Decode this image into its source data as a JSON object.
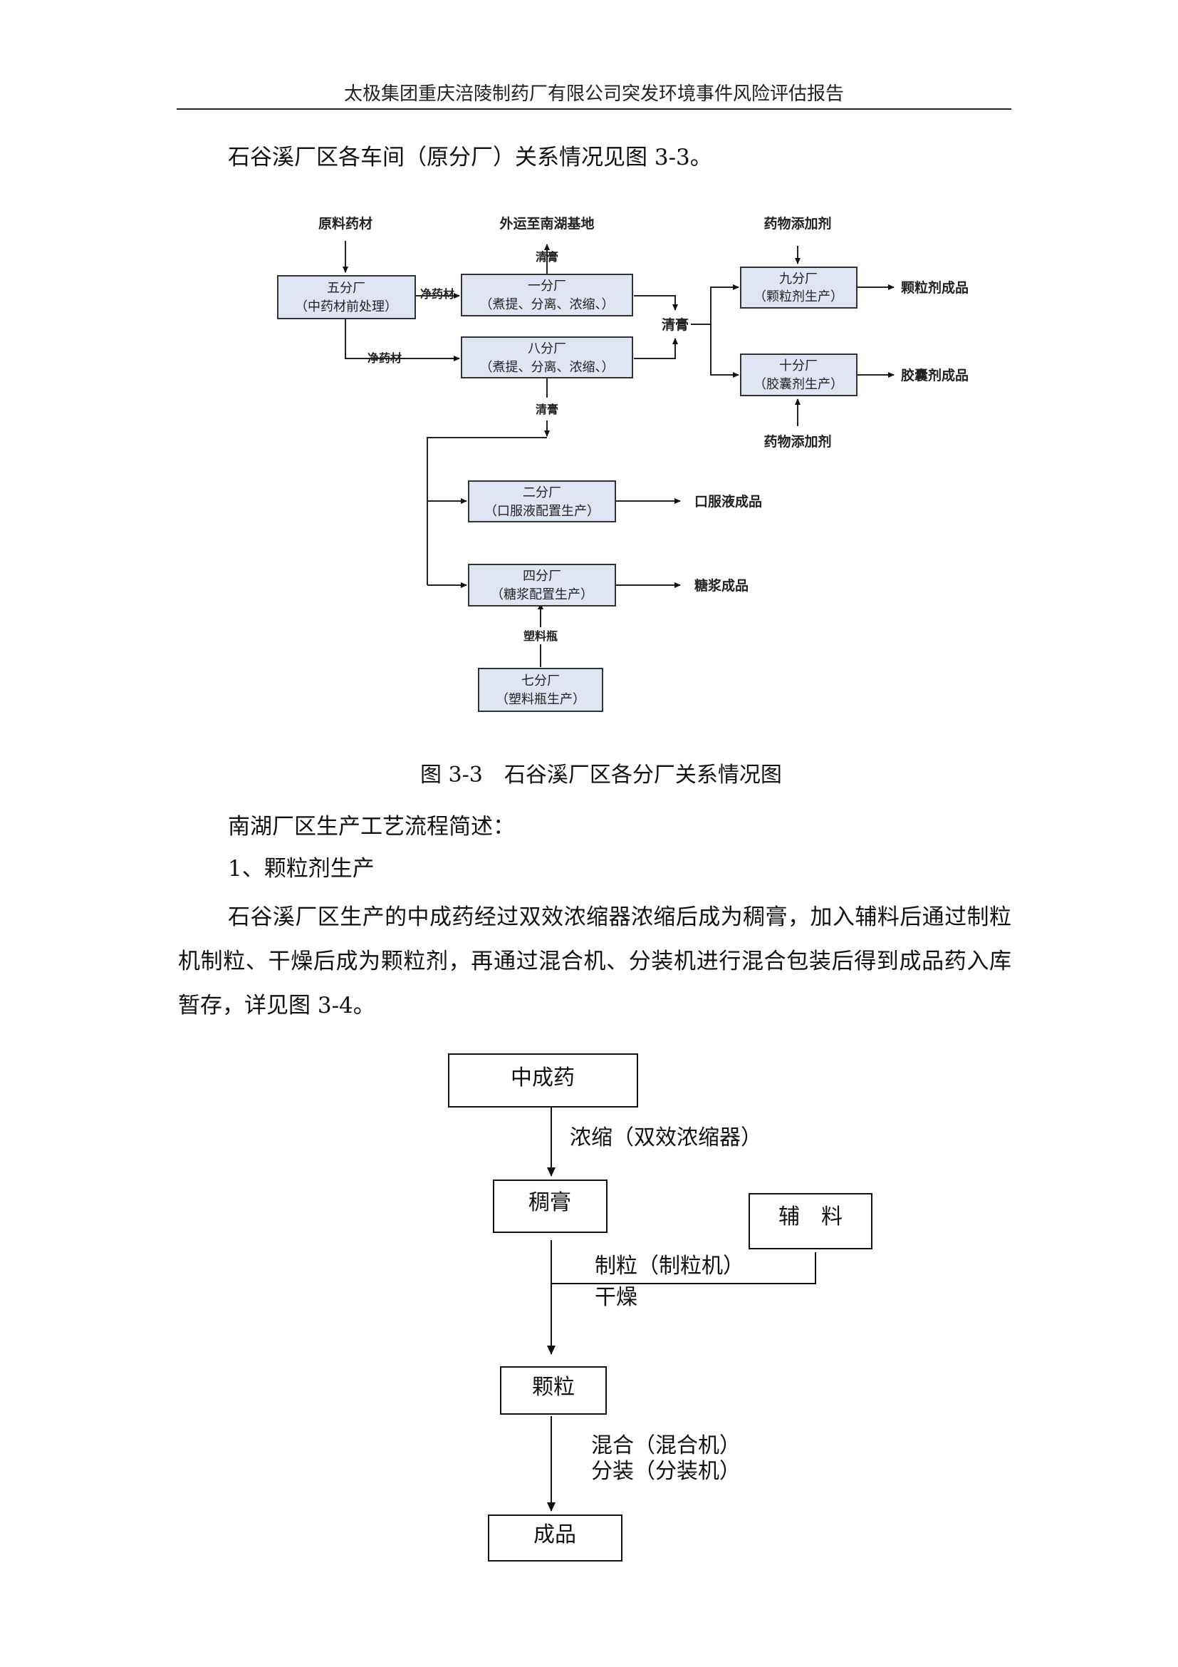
{
  "header": {
    "title": "太极集团重庆涪陵制药厂有限公司突发环境事件风险评估报告"
  },
  "intro_line": "石谷溪厂区各车间（原分厂）关系情况见图 3-3。",
  "figure1": {
    "caption": "图 3-3　石谷溪厂区各分厂关系情况图",
    "raw_material": "原料药材",
    "outbound": "外运至南湖基地",
    "qinggao": "清膏",
    "jingyaocai": "净药材",
    "additive": "药物添加剂",
    "granule_product": "颗粒剂成品",
    "capsule_product": "胶囊剂成品",
    "oral_product": "口服液成品",
    "syrup_product": "糖浆成品",
    "plastic_bottle": "塑料瓶",
    "boxes": {
      "f5": {
        "title": "五分厂",
        "desc": "（中药材前处理）"
      },
      "f1": {
        "title": "一分厂",
        "desc": "（煮提、分离、浓缩、）"
      },
      "f8": {
        "title": "八分厂",
        "desc": "（煮提、分离、浓缩、）"
      },
      "f9": {
        "title": "九分厂",
        "desc": "（颗粒剂生产）"
      },
      "f10": {
        "title": "十分厂",
        "desc": "（胶囊剂生产）"
      },
      "f2": {
        "title": "二分厂",
        "desc": "（口服液配置生产）"
      },
      "f4": {
        "title": "四分厂",
        "desc": "（糖浆配置生产）"
      },
      "f7": {
        "title": "七分厂",
        "desc": "（塑料瓶生产）"
      }
    }
  },
  "section_intro": "南湖厂区生产工艺流程简述：",
  "section_item": "1、颗粒剂生产",
  "body_paragraph": "石谷溪厂区生产的中成药经过双效浓缩器浓缩后成为稠膏，加入辅料后通过制粒机制粒、干燥后成为颗粒剂，再通过混合机、分装机进行混合包装后得到成品药入库暂存，详见图 3-4。",
  "figure2": {
    "zhongchengyao": "中成药",
    "concentrate": "浓缩（双效浓缩器）",
    "chougao": "稠膏",
    "fuliao": "辅　料",
    "granulate": "制粒（制粒机）",
    "dry": "干燥",
    "keli": "颗粒",
    "mix": "混合（混合机）",
    "pack": "分装（分装机）",
    "chengpin": "成品"
  }
}
